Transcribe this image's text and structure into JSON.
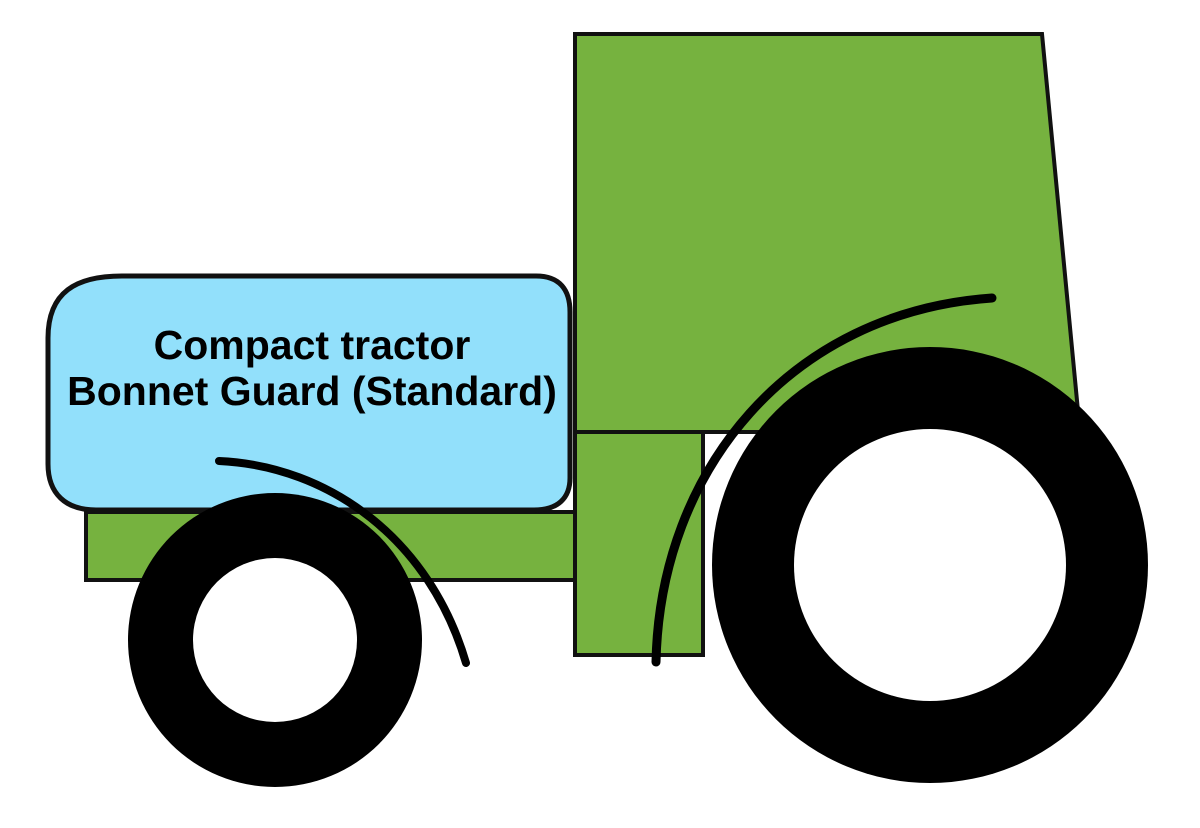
{
  "diagram": {
    "title": "Compact tractor Bonnet Guard (Standard)",
    "type": "side-view-illustration",
    "subject": "compact-tractor",
    "background_color": "#ffffff",
    "outline_color": "#000000"
  },
  "colors": {
    "body_green": "#76b23f",
    "bonnet_blue": "#92e0fb",
    "tyre_black": "#000000",
    "rim_white": "#ffffff",
    "outline": "#111111",
    "text": "#000000"
  },
  "label": {
    "name": "bonnet-guard-callout",
    "line_1": "Compact tractor",
    "line_2": "Bonnet Guard (Standard)",
    "full_text": "Compact tractor Bonnet Guard (Standard)"
  },
  "parts": [
    {
      "id": "cab",
      "name": "cab-body",
      "color": "#76b23f",
      "shape": "quadrilateral"
    },
    {
      "id": "lower-housing",
      "name": "lower-housing",
      "color": "#76b23f",
      "shape": "rectangle"
    },
    {
      "id": "chassis",
      "name": "chassis-beam",
      "color": "#76b23f",
      "shape": "rectangle"
    },
    {
      "id": "bonnet-guard",
      "name": "bonnet-guard-panel",
      "color": "#92e0fb",
      "shape": "rounded-rectangle"
    },
    {
      "id": "front-wheel",
      "name": "front-wheel",
      "color": "#000000",
      "shape": "annulus"
    },
    {
      "id": "rear-wheel",
      "name": "rear-wheel",
      "color": "#000000",
      "shape": "annulus"
    },
    {
      "id": "front-mudguard",
      "name": "front-mudguard-arc",
      "color": "#000000",
      "shape": "arc"
    },
    {
      "id": "rear-mudguard",
      "name": "rear-mudguard-arc",
      "color": "#000000",
      "shape": "arc"
    }
  ]
}
